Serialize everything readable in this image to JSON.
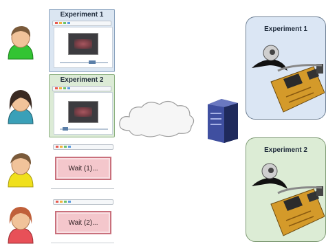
{
  "experiments": {
    "exp1_label": "Experiment 1",
    "exp2_label": "Experiment 2"
  },
  "users": [
    {
      "shirt_color": "#33c433",
      "hair_color": "#7a5a3a",
      "skin_color": "#f1c39a",
      "panel": "Experiment 1"
    },
    {
      "shirt_color": "#3aa0b8",
      "hair_color": "#3a2a22",
      "skin_color": "#f1c39a",
      "panel": "Experiment 2"
    },
    {
      "shirt_color": "#f0e01c",
      "hair_color": "#7a5a3a",
      "skin_color": "#f1c39a",
      "panel": "Wait (1)..."
    },
    {
      "shirt_color": "#e85058",
      "hair_color": "#c0603a",
      "skin_color": "#f1c39a",
      "panel": "Wait (2)..."
    }
  ],
  "panels": {
    "p1_title": "Experiment 1",
    "p2_title": "Experiment 2",
    "wait1": "Wait (1)...",
    "wait2": "Wait (2)..."
  },
  "colors": {
    "exp1_panel_bg": "#dbe6f2",
    "exp2_panel_bg": "#dcebd6",
    "exp1_box_bg": "#dbe6f4",
    "exp2_box_bg": "#dcecd5",
    "server": "#3b4a8c"
  }
}
